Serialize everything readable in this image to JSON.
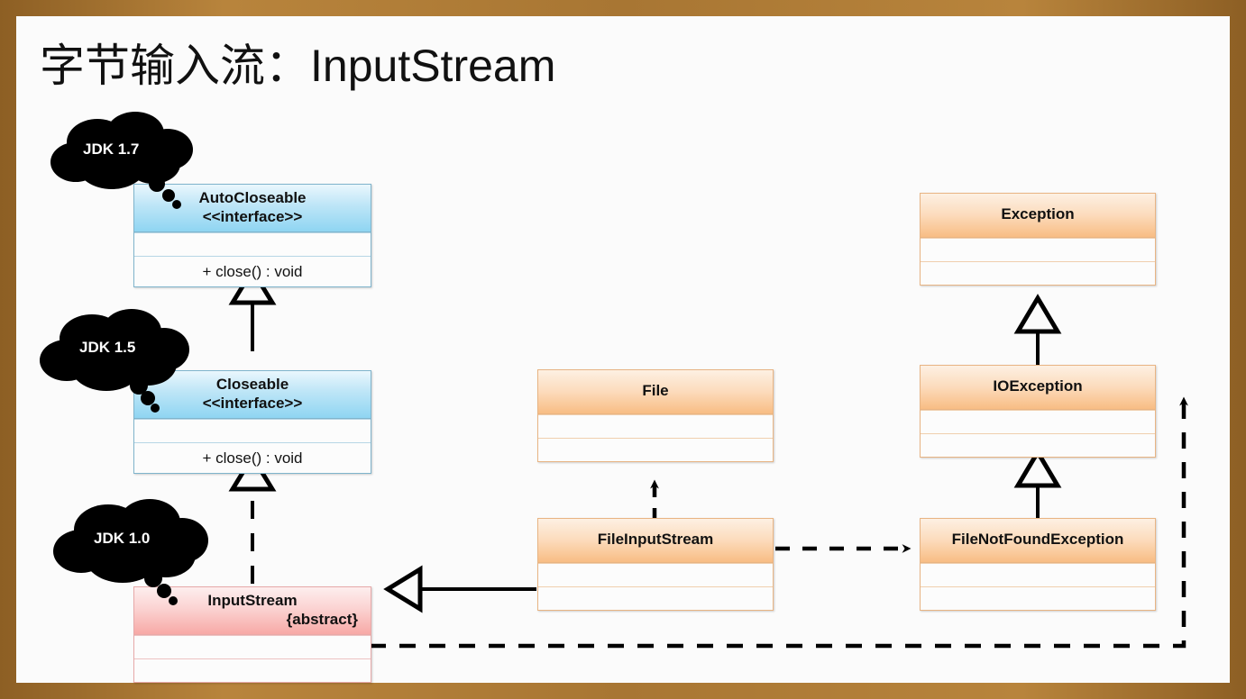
{
  "slide": {
    "title": "字节输入流：InputStream",
    "frame_color": "#a87633",
    "background": "#fbfbfb"
  },
  "palette": {
    "interface_fill": "#8fd5f2",
    "abstract_fill": "#f7a9a6",
    "class_fill": "#f8bd84",
    "line_color": "#000000",
    "cloud_fill": "#000000",
    "cloud_text": "#ffffff"
  },
  "callouts": [
    {
      "name": "jdk-17-cloud",
      "label": "JDK 1.7",
      "points_to": "AutoCloseable"
    },
    {
      "name": "jdk-15-cloud",
      "label": "JDK 1.5",
      "points_to": "Closeable"
    },
    {
      "name": "jdk-10-cloud",
      "label": "JDK 1.0",
      "points_to": "InputStream"
    }
  ],
  "classes": {
    "auto_closeable": {
      "name": "AutoCloseable",
      "stereotype": "<<interface>>",
      "kind": "interface",
      "attributes": [
        ""
      ],
      "operations": [
        "+ close() : void"
      ]
    },
    "closeable": {
      "name": "Closeable",
      "stereotype": "<<interface>>",
      "kind": "interface",
      "attributes": [
        ""
      ],
      "operations": [
        "+ close() : void"
      ]
    },
    "input_stream": {
      "name": "InputStream",
      "modifier": "{abstract}",
      "kind": "abstract-class",
      "attributes": [
        ""
      ],
      "operations": [
        ""
      ]
    },
    "file": {
      "name": "File",
      "kind": "class",
      "attributes": [
        ""
      ],
      "operations": [
        ""
      ]
    },
    "file_input_stream": {
      "name": "FileInputStream",
      "kind": "class",
      "attributes": [
        ""
      ],
      "operations": [
        ""
      ]
    },
    "exception": {
      "name": "Exception",
      "kind": "class",
      "attributes": [
        ""
      ],
      "operations": [
        ""
      ]
    },
    "io_exception": {
      "name": "IOException",
      "kind": "class",
      "attributes": [
        ""
      ],
      "operations": [
        ""
      ]
    },
    "file_not_found_exception": {
      "name": "FileNotFoundException",
      "kind": "class",
      "attributes": [
        ""
      ],
      "operations": [
        ""
      ]
    }
  },
  "relations": [
    {
      "from": "Closeable",
      "to": "AutoCloseable",
      "type": "generalization",
      "style": "solid",
      "head": "hollow-triangle"
    },
    {
      "from": "InputStream",
      "to": "Closeable",
      "type": "realization",
      "style": "dashed",
      "head": "hollow-triangle"
    },
    {
      "from": "FileInputStream",
      "to": "InputStream",
      "type": "generalization",
      "style": "solid",
      "head": "hollow-triangle"
    },
    {
      "from": "FileInputStream",
      "to": "File",
      "type": "dependency",
      "style": "dashed",
      "head": "open-arrow"
    },
    {
      "from": "FileInputStream",
      "to": "FileNotFoundException",
      "type": "dependency",
      "style": "dashed",
      "head": "open-arrow"
    },
    {
      "from": "IOException",
      "to": "Exception",
      "type": "generalization",
      "style": "solid",
      "head": "hollow-triangle"
    },
    {
      "from": "FileNotFoundException",
      "to": "IOException",
      "type": "generalization",
      "style": "solid",
      "head": "hollow-triangle"
    },
    {
      "from": "InputStream",
      "to": "IOException",
      "type": "dependency",
      "style": "dashed",
      "head": "open-arrow"
    }
  ]
}
